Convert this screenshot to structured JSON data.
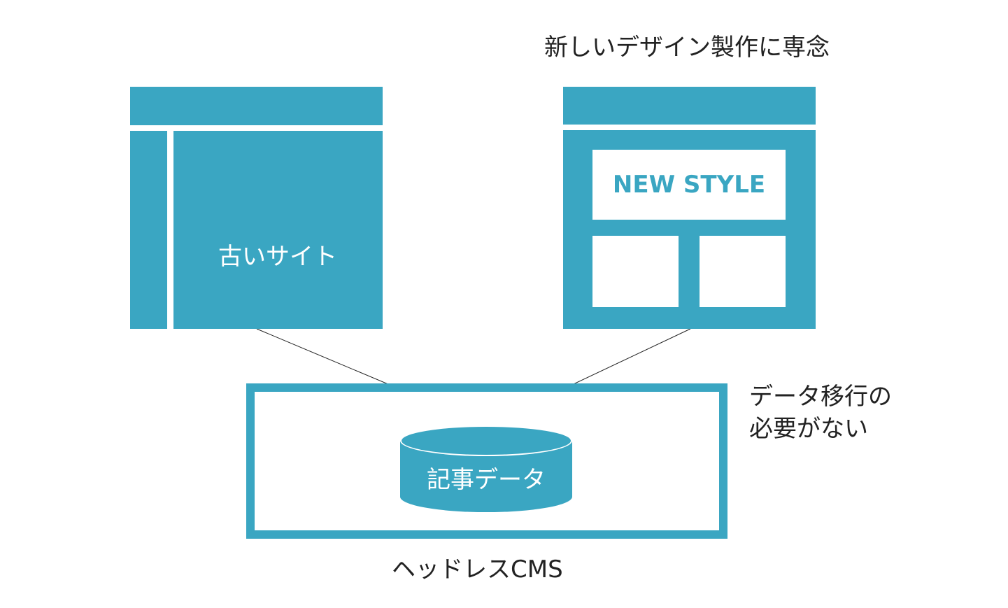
{
  "header": {
    "new_design_caption": "新しいデザイン製作に専念"
  },
  "old_site": {
    "label": "古いサイト"
  },
  "new_site": {
    "banner_label": "NEW STYLE"
  },
  "cms": {
    "database_label": "記事データ",
    "caption": "ヘッドレスCMS",
    "note_line1": "データ移行の",
    "note_line2": "必要がない"
  },
  "colors": {
    "accent": "#3aa6c2",
    "text": "#222222",
    "background": "#ffffff"
  }
}
